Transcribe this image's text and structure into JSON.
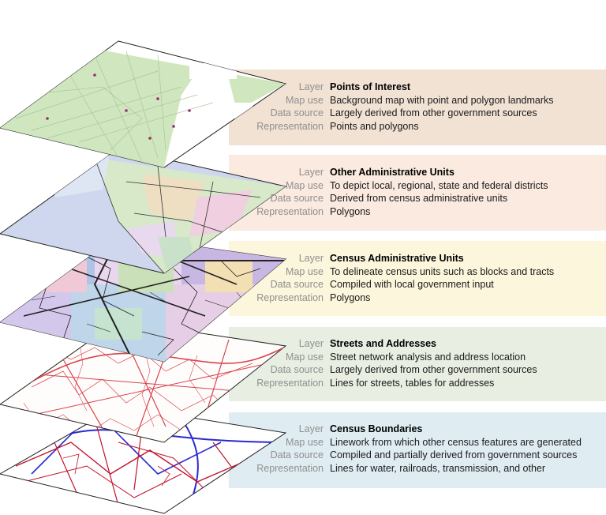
{
  "labels": {
    "layer": "Layer",
    "map_use": "Map use",
    "data_source": "Data source",
    "representation": "Representation"
  },
  "layers": [
    {
      "name": "Points of Interest",
      "map_use": "Background map with point and polygon landmarks",
      "data_source": "Largely derived from other government sources",
      "representation": "Points and polygons",
      "band_color": "#f1e2d4"
    },
    {
      "name": "Other Administrative Units",
      "map_use": "To depict local, regional, state and federal districts",
      "data_source": "Derived from census administrative units",
      "representation": "Polygons",
      "band_color": "#faeadf"
    },
    {
      "name": "Census Administrative Units",
      "map_use": "To delineate census units such as blocks and tracts",
      "data_source": "Compiled with local government input",
      "representation": "Polygons",
      "band_color": "#fbf6dc"
    },
    {
      "name": "Streets and Addresses",
      "map_use": "Street network analysis and address location",
      "data_source": "Largely derived from other government sources",
      "representation": "Lines for streets, tables for addresses",
      "band_color": "#e9eee2"
    },
    {
      "name": "Census Boundaries",
      "map_use": "Linework from which other census features are generated",
      "data_source": "Compiled and partially derived from government sources",
      "representation": "Lines for water, railroads, transmission, and other",
      "band_color": "#dfedf3"
    }
  ]
}
